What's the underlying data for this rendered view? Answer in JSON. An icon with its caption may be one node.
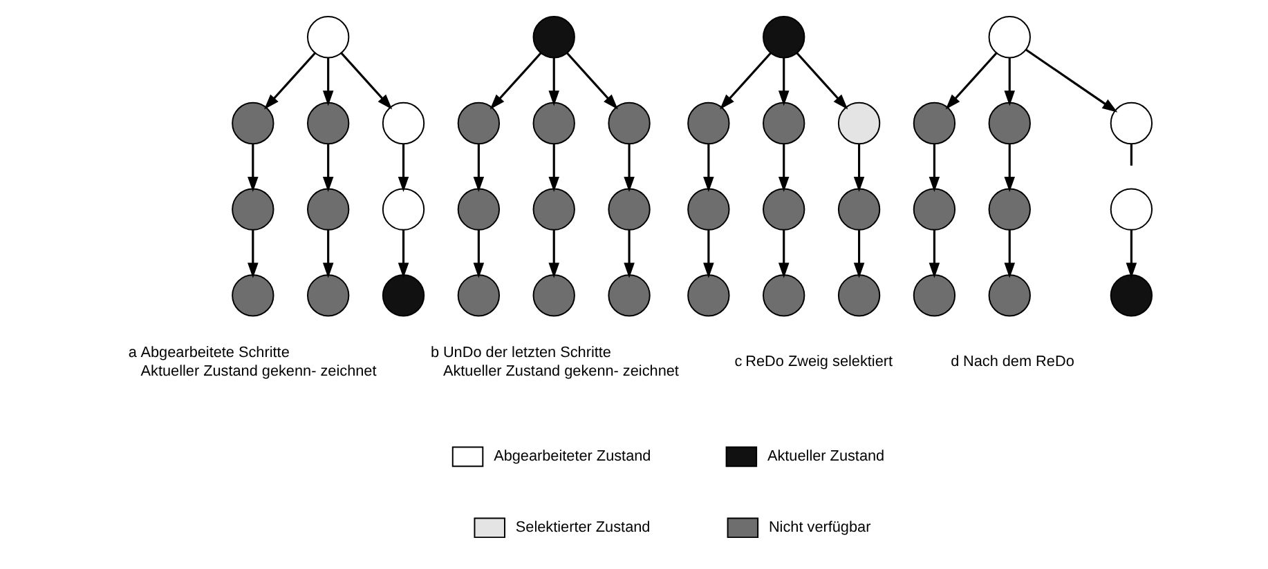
{
  "diagram": {
    "nodes": [
      {
        "text": [],
        "shape": "circle"
      },
      {
        "text": [],
        "shape": "circle"
      },
      {
        "text": [],
        "shape": "circle"
      },
      {
        "text": [],
        "shape": "circle"
      },
      {
        "text": [],
        "shape": "circle"
      },
      {
        "text": [],
        "shape": "circle"
      },
      {
        "text": [],
        "shape": "circle"
      },
      {
        "text": [],
        "shape": "circle"
      },
      {
        "text": [],
        "shape": "circle"
      },
      {
        "text": [],
        "shape": "circle"
      },
      {
        "text": [],
        "shape": "circle"
      },
      {
        "text": [],
        "shape": "circle"
      },
      {
        "text": [],
        "shape": "circle"
      },
      {
        "text": [],
        "shape": "circle"
      },
      {
        "text": [],
        "shape": "circle"
      },
      {
        "text": [],
        "shape": "circle"
      },
      {
        "text": [],
        "shape": "circle"
      },
      {
        "text": [],
        "shape": "circle"
      },
      {
        "text": [],
        "shape": "circle"
      },
      {
        "text": [],
        "shape": "circle"
      },
      {
        "text": [],
        "shape": "circle"
      },
      {
        "text": [],
        "shape": "circle"
      },
      {
        "text": [],
        "shape": "circle"
      },
      {
        "text": [],
        "shape": "circle"
      },
      {
        "text": [],
        "shape": "circle"
      },
      {
        "text": [],
        "shape": "circle"
      },
      {
        "text": [],
        "shape": "circle"
      },
      {
        "text": [],
        "shape": "circle"
      },
      {
        "text": [],
        "shape": "circle"
      },
      {
        "text": [],
        "shape": "circle"
      },
      {
        "text": [],
        "shape": "circle"
      },
      {
        "text": [],
        "shape": "circle"
      },
      {
        "text": [],
        "shape": "circle"
      },
      {
        "text": [],
        "shape": "circle"
      },
      {
        "text": [],
        "shape": "circle"
      },
      {
        "text": [],
        "shape": "circle"
      },
      {
        "text": [],
        "shape": "circle"
      },
      {
        "text": [],
        "shape": "circle"
      },
      {
        "text": [],
        "shape": "circle"
      },
      {
        "text": [],
        "shape": "circle"
      }
    ],
    "edges": [
      {
        "from": 0,
        "to": 1,
        "arrow": "to"
      },
      {
        "from": 0,
        "to": 2,
        "arrow": "to"
      },
      {
        "from": 0,
        "to": 3,
        "arrow": "to"
      },
      {
        "from": 1,
        "to": 4,
        "arrow": "to"
      },
      {
        "from": 2,
        "to": 5,
        "arrow": "to"
      },
      {
        "from": 3,
        "to": 6,
        "arrow": "to"
      },
      {
        "from": 4,
        "to": 7,
        "arrow": "to"
      },
      {
        "from": 5,
        "to": 8,
        "arrow": "to"
      },
      {
        "from": 6,
        "to": 9,
        "arrow": "to"
      },
      {
        "from": 10,
        "to": 11,
        "arrow": "to"
      },
      {
        "from": 10,
        "to": 12,
        "arrow": "to"
      },
      {
        "from": 10,
        "to": 13,
        "arrow": "to"
      },
      {
        "from": 11,
        "to": 14,
        "arrow": "to"
      },
      {
        "from": 12,
        "to": 15,
        "arrow": "to"
      },
      {
        "from": 13,
        "to": 16,
        "arrow": "to"
      },
      {
        "from": 14,
        "to": 17,
        "arrow": "to"
      },
      {
        "from": 15,
        "to": 18,
        "arrow": "to"
      },
      {
        "from": 16,
        "to": 19,
        "arrow": "to"
      },
      {
        "from": 20,
        "to": 21,
        "arrow": "to"
      },
      {
        "from": 20,
        "to": 22,
        "arrow": "to"
      },
      {
        "from": 20,
        "to": 23,
        "arrow": "to"
      },
      {
        "from": 21,
        "to": 24,
        "arrow": "to"
      },
      {
        "from": 22,
        "to": 25,
        "arrow": "to"
      },
      {
        "from": 23,
        "to": 26,
        "arrow": "to"
      },
      {
        "from": 24,
        "to": 27,
        "arrow": "to"
      },
      {
        "from": 25,
        "to": 28,
        "arrow": "to"
      },
      {
        "from": 26,
        "to": 29,
        "arrow": "to"
      },
      {
        "from": 30,
        "to": 31,
        "arrow": "to"
      },
      {
        "from": 30,
        "to": 32,
        "arrow": "to"
      },
      {
        "from": 30,
        "to": 33,
        "arrow": "to"
      },
      {
        "from": 31,
        "to": 34,
        "arrow": "to"
      },
      {
        "from": 32,
        "to": 35,
        "arrow": "to"
      },
      {
        "from": 33,
        "to": null,
        "arrow": "none"
      },
      {
        "from": 34,
        "to": 37,
        "arrow": "to"
      },
      {
        "from": 35,
        "to": 38,
        "arrow": "to"
      },
      {
        "from": 36,
        "to": 39,
        "arrow": "to"
      }
    ],
    "labels": [
      "a",
      "Abgearbeitete Schritte",
      "Aktueller Zustand gekenn- zeichnet",
      "b",
      "UnDo der letzten Schritte",
      "Aktueller Zustand gekenn- zeichnet",
      "c",
      "ReDo Zweig selektiert",
      "d",
      "Nach dem ReDo"
    ],
    "legend": [
      {
        "text": "Abgearbeiteter Zustand",
        "color": "#ffffff"
      },
      {
        "text": "Aktueller Zustand",
        "color": "#111111"
      },
      {
        "text": "Selektierter Zustand",
        "color": "#e4e4e4"
      },
      {
        "text": "Nicht verfügbar",
        "color": "#6e6e6e"
      }
    ]
  }
}
